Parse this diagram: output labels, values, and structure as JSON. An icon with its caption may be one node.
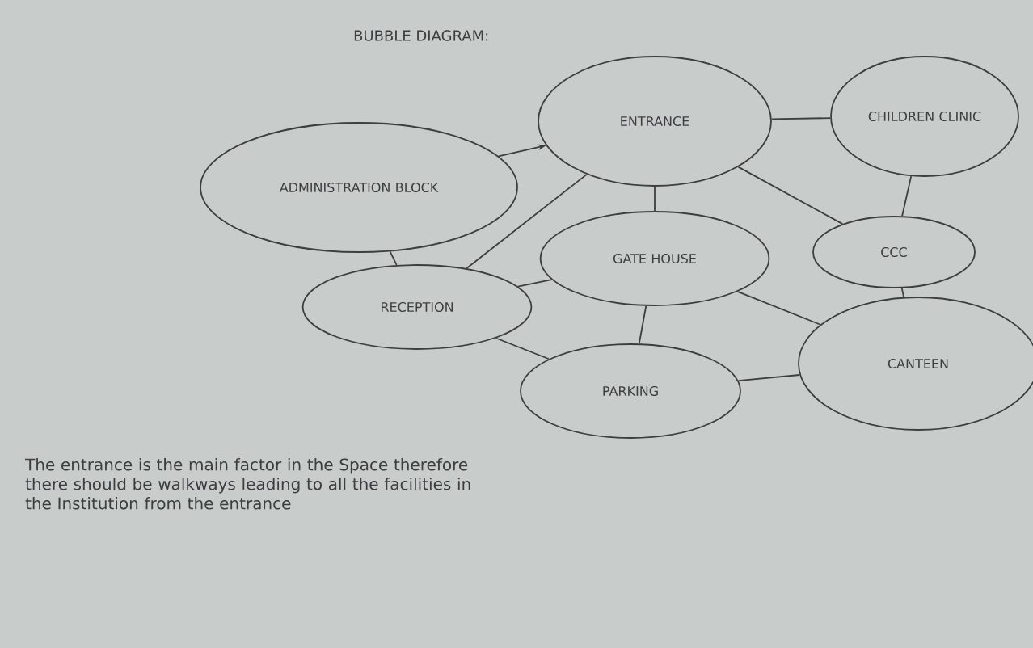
{
  "diagram": {
    "title": "BUBBLE DIAGRAM:",
    "nodes": [
      {
        "text": [
          "ENTRANCE"
        ]
      },
      {
        "text": [
          "CHILDREN CLINIC"
        ]
      },
      {
        "text": [
          "ADMINISTRATION BLOCK"
        ]
      },
      {
        "text": [
          "GATE HOUSE"
        ]
      },
      {
        "text": [
          "CCC"
        ]
      },
      {
        "text": [
          "RECEPTION"
        ]
      },
      {
        "text": [
          "CANTEEN"
        ]
      },
      {
        "text": [
          "PARKING"
        ]
      }
    ],
    "edges": [
      {
        "from": 2,
        "to": 0,
        "arrow": "to"
      },
      {
        "from": 0,
        "to": 1,
        "arrow": "none"
      },
      {
        "from": 0,
        "to": 5,
        "arrow": "none"
      },
      {
        "from": 0,
        "to": 3,
        "arrow": "none"
      },
      {
        "from": 0,
        "to": 4,
        "arrow": "none"
      },
      {
        "from": 1,
        "to": 4,
        "arrow": "none"
      },
      {
        "from": 4,
        "to": 6,
        "arrow": "none"
      },
      {
        "from": 2,
        "to": 5,
        "arrow": "none"
      },
      {
        "from": 5,
        "to": 3,
        "arrow": "none"
      },
      {
        "from": 5,
        "to": 7,
        "arrow": "none"
      },
      {
        "from": 3,
        "to": 7,
        "arrow": "none"
      },
      {
        "from": 3,
        "to": 6,
        "arrow": "none"
      },
      {
        "from": 7,
        "to": 6,
        "arrow": "none"
      }
    ],
    "labels": [
      "The entrance is the main factor in the Space therefore there should be walkways leading to all the facilities in the Institution from the entrance"
    ]
  }
}
